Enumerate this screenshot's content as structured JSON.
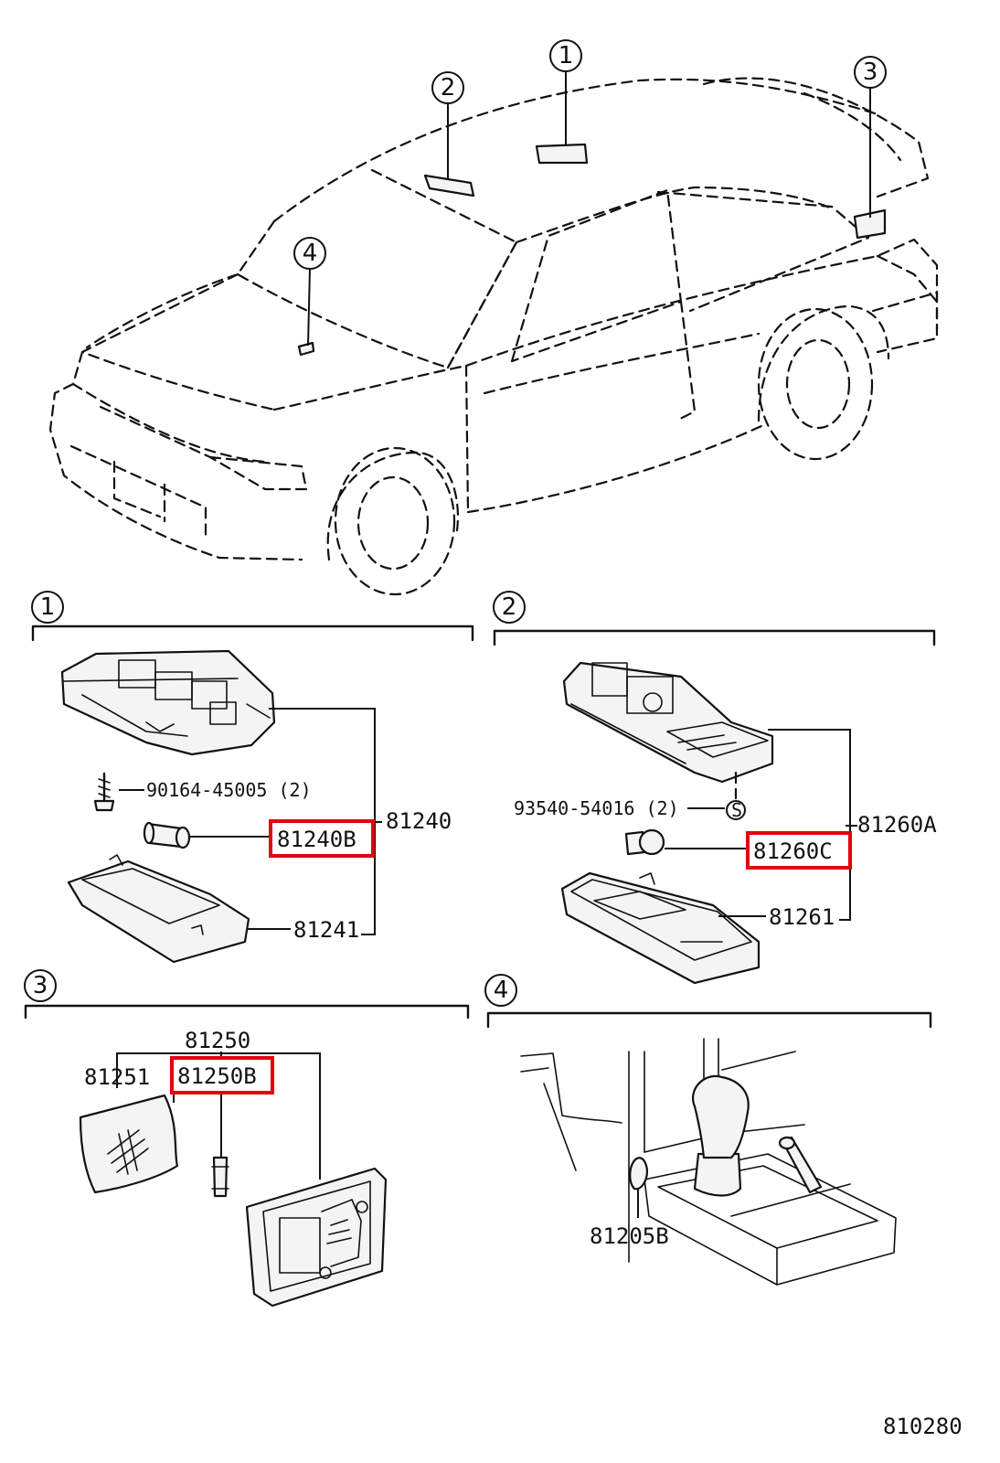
{
  "callouts": {
    "c1": "1",
    "c2": "2",
    "c3": "3",
    "c4": "4"
  },
  "section1": {
    "marker": "1",
    "parts": {
      "screw": "90164-45005 (2)",
      "assembly": "81240",
      "bulb": "81240B",
      "lens": "81241"
    }
  },
  "section2": {
    "marker": "2",
    "parts": {
      "screw": "93540-54016 (2)",
      "screw_mark": "S",
      "assembly": "81260A",
      "bulb": "81260C",
      "lens": "81261"
    }
  },
  "section3": {
    "marker": "3",
    "parts": {
      "assembly": "81250",
      "lens": "81251",
      "bulb": "81250B"
    }
  },
  "section4": {
    "marker": "4",
    "parts": {
      "bulb": "81205B"
    }
  },
  "diagram_id": "810280",
  "colors": {
    "highlight": "#e3000f",
    "line": "#111111"
  }
}
